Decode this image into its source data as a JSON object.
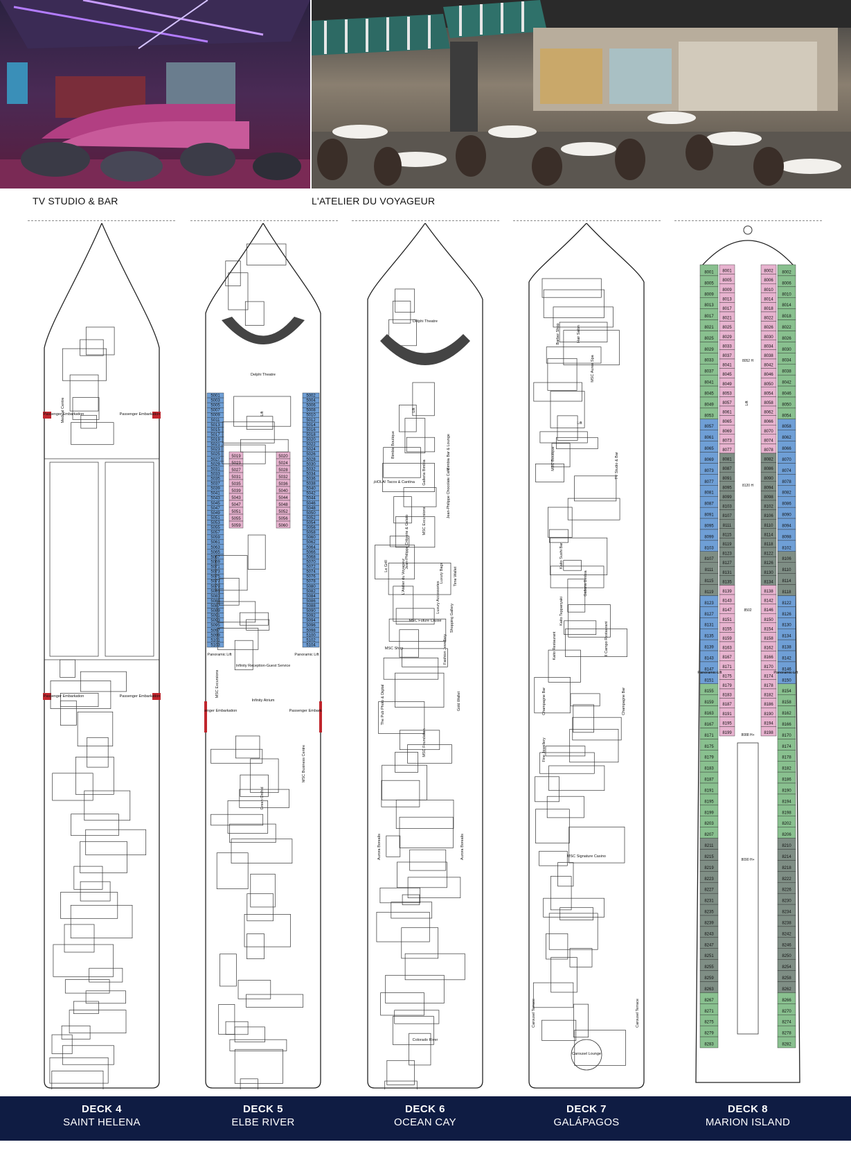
{
  "photos": [
    {
      "caption": "TV STUDIO & BAR"
    },
    {
      "caption": "L'ATELIER DU VOYAGEUR"
    }
  ],
  "decks": [
    {
      "number": "DECK 4",
      "name": "SAINT HELENA",
      "labels": [
        "Medical Centre",
        "Passenger Embarkation",
        "Passenger Embarkation",
        "Passenger Embarkation",
        "Passenger Embarkation"
      ]
    },
    {
      "number": "DECK 5",
      "name": "ELBE RIVER",
      "labels": [
        "Delphi Theatre",
        "Lift",
        "Panoramic Lift",
        "Panoramic Lift",
        "Infinity Reception-Guest Service",
        "MSC Excursions",
        "Infinity Atrium",
        "Passenger Embarkation",
        "Passenger Embarkation",
        "MSC Business Centre",
        "Green Orchid"
      ],
      "cabins_left": [
        "5001",
        "5003",
        "5005",
        "5007",
        "5009",
        "5011",
        "5013",
        "5015",
        "5017",
        "5019",
        "5021",
        "5023",
        "5025",
        "5027",
        "5029",
        "5031",
        "5033",
        "5035",
        "5037",
        "5039",
        "5041",
        "5043",
        "5045",
        "5047",
        "5049",
        "5051",
        "5053",
        "5055",
        "5057",
        "5059",
        "5061",
        "5063",
        "5065",
        "5067",
        "5069",
        "5071",
        "5073",
        "5075",
        "5077",
        "5079",
        "5081",
        "5083",
        "5085",
        "5087",
        "5089",
        "5091",
        "5093",
        "5095",
        "5097",
        "5099",
        "5101",
        "5103"
      ],
      "cabins_right": [
        "5002",
        "5004",
        "5006",
        "5008",
        "5010",
        "5012",
        "5014",
        "5016",
        "5018",
        "5020",
        "5022",
        "5024",
        "5026",
        "5028",
        "5030",
        "5032",
        "5034",
        "5036",
        "5038",
        "5040",
        "5042",
        "5044",
        "5046",
        "5048",
        "5050",
        "5052",
        "5054",
        "5056",
        "5058",
        "5060",
        "5062",
        "5064",
        "5066",
        "5068",
        "5070",
        "5072",
        "5074",
        "5076",
        "5078",
        "5080",
        "5082",
        "5084",
        "5086",
        "5088",
        "5090",
        "5092",
        "5094",
        "5096",
        "5098",
        "5100",
        "5102",
        "5104"
      ],
      "cabins_inside_left": [
        "5019",
        "5023",
        "5027",
        "5031",
        "5035",
        "5039",
        "5043",
        "5047",
        "5051",
        "5055",
        "5059"
      ],
      "cabins_inside_right": [
        "5020",
        "5024",
        "5028",
        "5032",
        "5036",
        "5040",
        "5044",
        "5048",
        "5052",
        "5056",
        "5060"
      ]
    },
    {
      "number": "DECK 6",
      "name": "OCEAN CAY",
      "labels": [
        "Delphi Theatre",
        "Lift",
        "Bimbia Boutique",
        "Galleria Bimbia",
        "Bimbia Bar & Lounge",
        "¡HOLA! Tacos & Cantina",
        "Jean-Philippe Chocolate Café",
        "MSC Excursions",
        "Jean-Philippe Crêperie & Gelato",
        "Le Grill",
        "L'Atelier du Voyageur",
        "Luxury Bags",
        "Time Wallet",
        "Luxury Accessories",
        "Shopping Gallery",
        "MSC Future Cruise",
        "MSC Shop",
        "Fashion Jewellery",
        "The Pub Photo & Digital",
        "Gold Wallet",
        "MSC Foundation",
        "Aurora Borealis",
        "Aurora Borealis",
        "Colorado River"
      ]
    },
    {
      "number": "DECK 7",
      "name": "GALÁPAGOS",
      "labels": [
        "Barber Shop",
        "Hair Salon",
        "MSC Aurea Spa",
        "Lift",
        "MSC Boutique",
        "TV Studio & Bar",
        "Kaito Sushi Bar",
        "Galleria Bimbia",
        "Kaito Teppanyaki",
        "Il Campo Restaurant",
        "Kaito Restaurant",
        "Champagne Bar",
        "Champagne Bar",
        "Fine Jewellery",
        "MSC Signature Casino",
        "Carousel Terrace",
        "Carousel Terrace",
        "Carousel Lounge"
      ]
    },
    {
      "number": "DECK 8",
      "name": "MARION ISLAND",
      "labels": [
        "Lift",
        "Panoramic Lift",
        "Panoramic Lift"
      ],
      "cabins_left": [
        "8001",
        "8005",
        "8009",
        "8013",
        "8017",
        "8021",
        "8025",
        "8029",
        "8033",
        "8037",
        "8041",
        "8045",
        "8049",
        "8053",
        "8057",
        "8061",
        "8065",
        "8069",
        "8073",
        "8077",
        "8081",
        "8087",
        "8091",
        "8095",
        "8099",
        "8103",
        "8107",
        "8111",
        "8115",
        "8119",
        "8123",
        "8127",
        "8131",
        "8135",
        "8139",
        "8143",
        "8147",
        "8151",
        "8155",
        "8159",
        "8163",
        "8167",
        "8171",
        "8175",
        "8179",
        "8183",
        "8187",
        "8191",
        "8195",
        "8199",
        "8203",
        "8207",
        "8211",
        "8215",
        "8219",
        "8223",
        "8227",
        "8231",
        "8235",
        "8239",
        "8243",
        "8247",
        "8251",
        "8255",
        "8259",
        "8263",
        "8267",
        "8271",
        "8275",
        "8279",
        "8283"
      ],
      "cabins_right": [
        "8002",
        "8006",
        "8010",
        "8014",
        "8018",
        "8022",
        "8026",
        "8030",
        "8034",
        "8038",
        "8042",
        "8046",
        "8050",
        "8054",
        "8058",
        "8062",
        "8066",
        "8070",
        "8074",
        "8078",
        "8082",
        "8086",
        "8090",
        "8094",
        "8098",
        "8102",
        "8106",
        "8110",
        "8114",
        "8118",
        "8122",
        "8126",
        "8130",
        "8134",
        "8138",
        "8142",
        "8146",
        "8150",
        "8154",
        "8158",
        "8162",
        "8166",
        "8170",
        "8174",
        "8178",
        "8182",
        "8186",
        "8190",
        "8194",
        "8198",
        "8202",
        "8206",
        "8210",
        "8214",
        "8218",
        "8222",
        "8226",
        "8230",
        "8234",
        "8238",
        "8242",
        "8246",
        "8250",
        "8254",
        "8258",
        "8262",
        "8266",
        "8270",
        "8274",
        "8278",
        "8282"
      ],
      "special": [
        "8052 H",
        "8120 H",
        "8502",
        "8088 H+",
        "8090 H+"
      ]
    }
  ],
  "colors": {
    "navy_footer": "#0f1c43",
    "cabin_blue": "#6f9fd6",
    "cabin_pink": "#e7b3cf",
    "cabin_green": "#89c08f",
    "cabin_grey": "#7f8e85",
    "red_marker": "#c0262d"
  }
}
